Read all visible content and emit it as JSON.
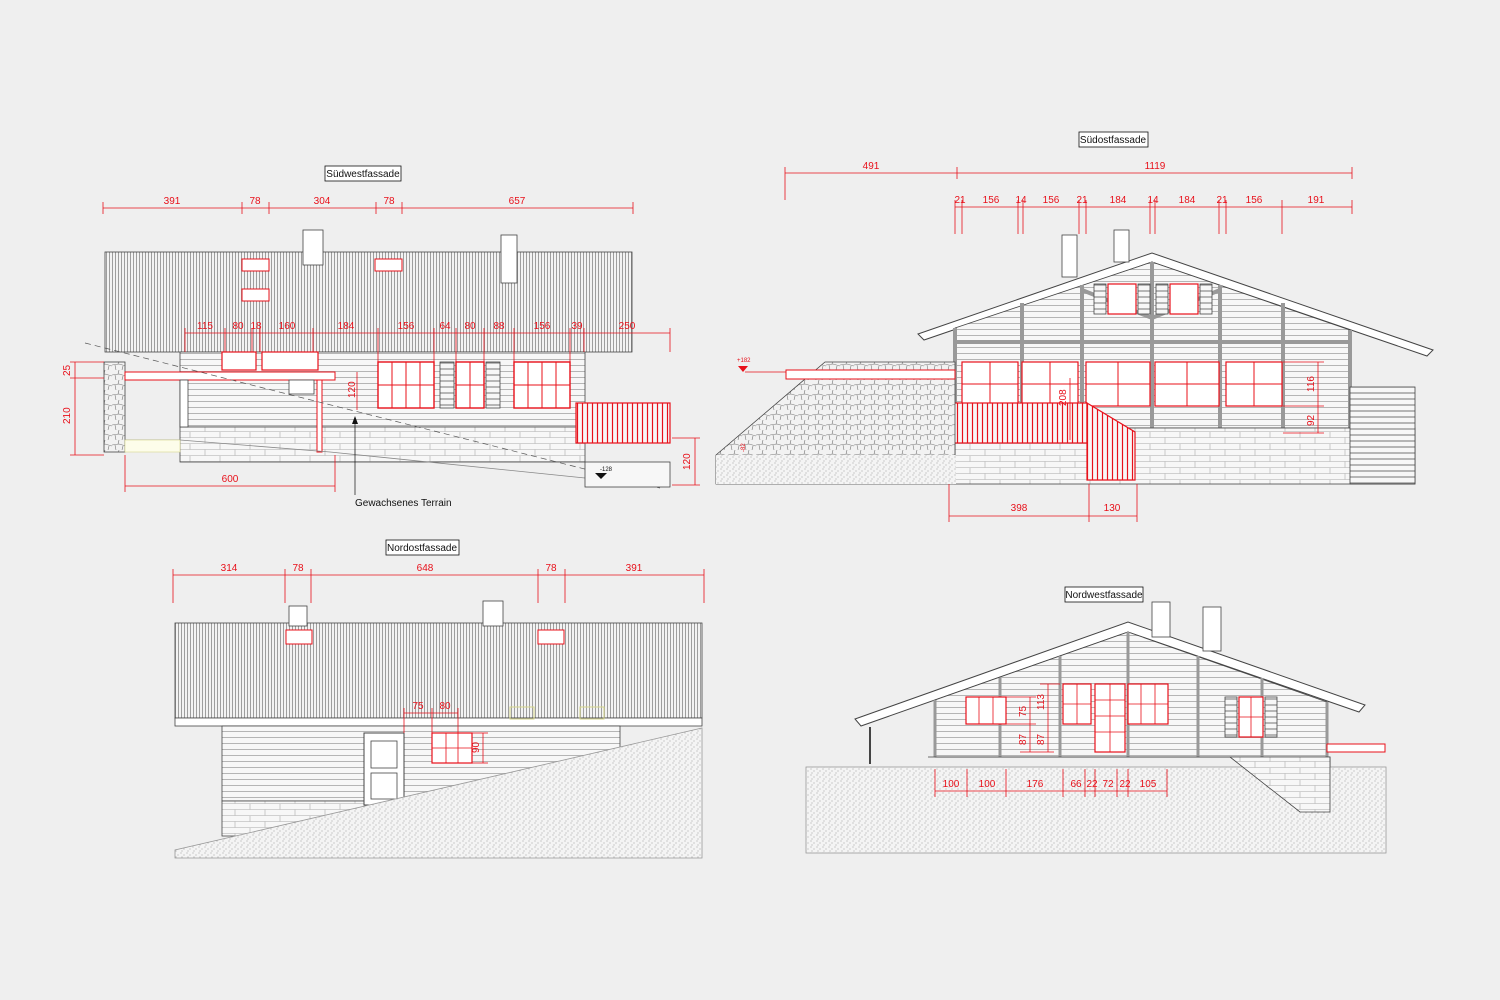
{
  "colors": {
    "background": "#efefef",
    "dimension": "#e8101a",
    "line": "#444444",
    "wall": "#f5f5f5"
  },
  "southwest": {
    "title": "Südwestfassade",
    "top_dims": [
      "391",
      "78",
      "304",
      "78",
      "657"
    ],
    "row_dims": [
      "115",
      "80",
      "18",
      "160",
      "184",
      "156",
      "64",
      "80",
      "88",
      "156",
      "39",
      "250"
    ],
    "left_dims": [
      "25",
      "210"
    ],
    "inner_dim": "120",
    "bottom_dim": "600",
    "right_dim": "120",
    "level": "-128",
    "terrain_label": "Gewachsenes Terrain"
  },
  "southeast": {
    "title": "Südostfassade",
    "top_dims": [
      "491",
      "1119"
    ],
    "row_dims": [
      "21",
      "156",
      "14",
      "156",
      "21",
      "184",
      "14",
      "184",
      "21",
      "156",
      "191"
    ],
    "side_dims": [
      "116",
      "92"
    ],
    "stair_dim": "208",
    "bottom_dims": [
      "398",
      "130"
    ],
    "level_top": "+182",
    "level_small": "-82"
  },
  "northeast": {
    "title": "Nordostfassade",
    "top_dims": [
      "314",
      "78",
      "648",
      "78",
      "391"
    ],
    "window_dims": [
      "75",
      "80"
    ],
    "window_height": "90"
  },
  "northwest": {
    "title": "Nordwestfassade",
    "side_dims": [
      "75",
      "113",
      "87",
      "87"
    ],
    "bottom_dims": [
      "100",
      "100",
      "176",
      "66",
      "22",
      "72",
      "22",
      "105"
    ]
  }
}
